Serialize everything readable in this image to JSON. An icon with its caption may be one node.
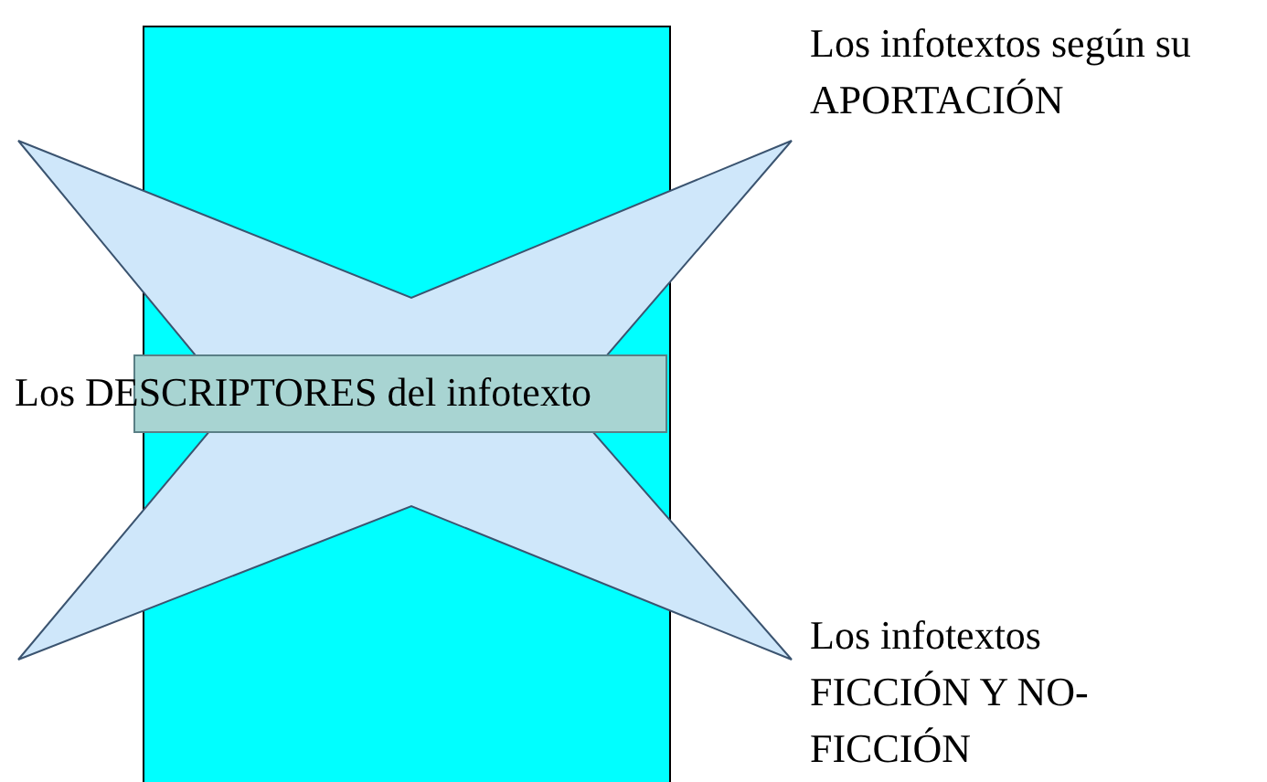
{
  "diagram": {
    "nodes": [
      {
        "text": [],
        "shape": "box"
      },
      {
        "text": [],
        "shape": "star"
      },
      {
        "text": [
          "Los DESCRIPTORES del infotexto"
        ]
      }
    ],
    "labels": [
      "Los infotextos según su APORTACIÓN",
      "Los infotextos FICCIÓN Y NO-FICCIÓN"
    ]
  }
}
